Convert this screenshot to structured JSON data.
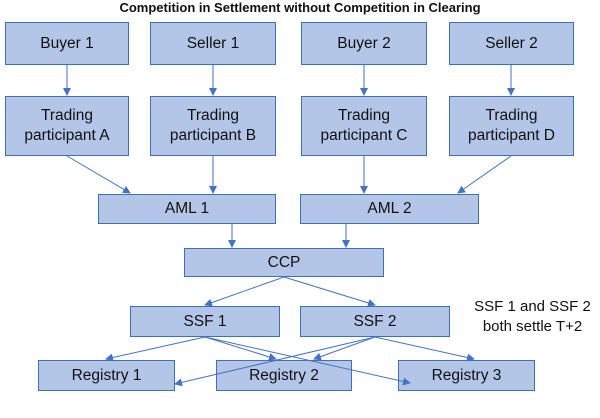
{
  "title": "Competition in Settlement without Competition in Clearing",
  "nodes": {
    "buyer1": "Buyer 1",
    "seller1": "Seller 1",
    "buyer2": "Buyer 2",
    "seller2": "Seller 2",
    "tpa": "Trading\nparticipant A",
    "tpb": "Trading\nparticipant B",
    "tpc": "Trading\nparticipant C",
    "tpd": "Trading\nparticipant D",
    "aml1": "AML 1",
    "aml2": "AML 2",
    "ccp": "CCP",
    "ssf1": "SSF 1",
    "ssf2": "SSF 2",
    "reg1": "Registry 1",
    "reg2": "Registry 2",
    "reg3": "Registry 3"
  },
  "note": "SSF 1 and SSF 2\nboth settle T+2",
  "colors": {
    "box_fill": "#b4c6e7",
    "box_border": "#3f6fb5",
    "arrow": "#4472c4"
  }
}
